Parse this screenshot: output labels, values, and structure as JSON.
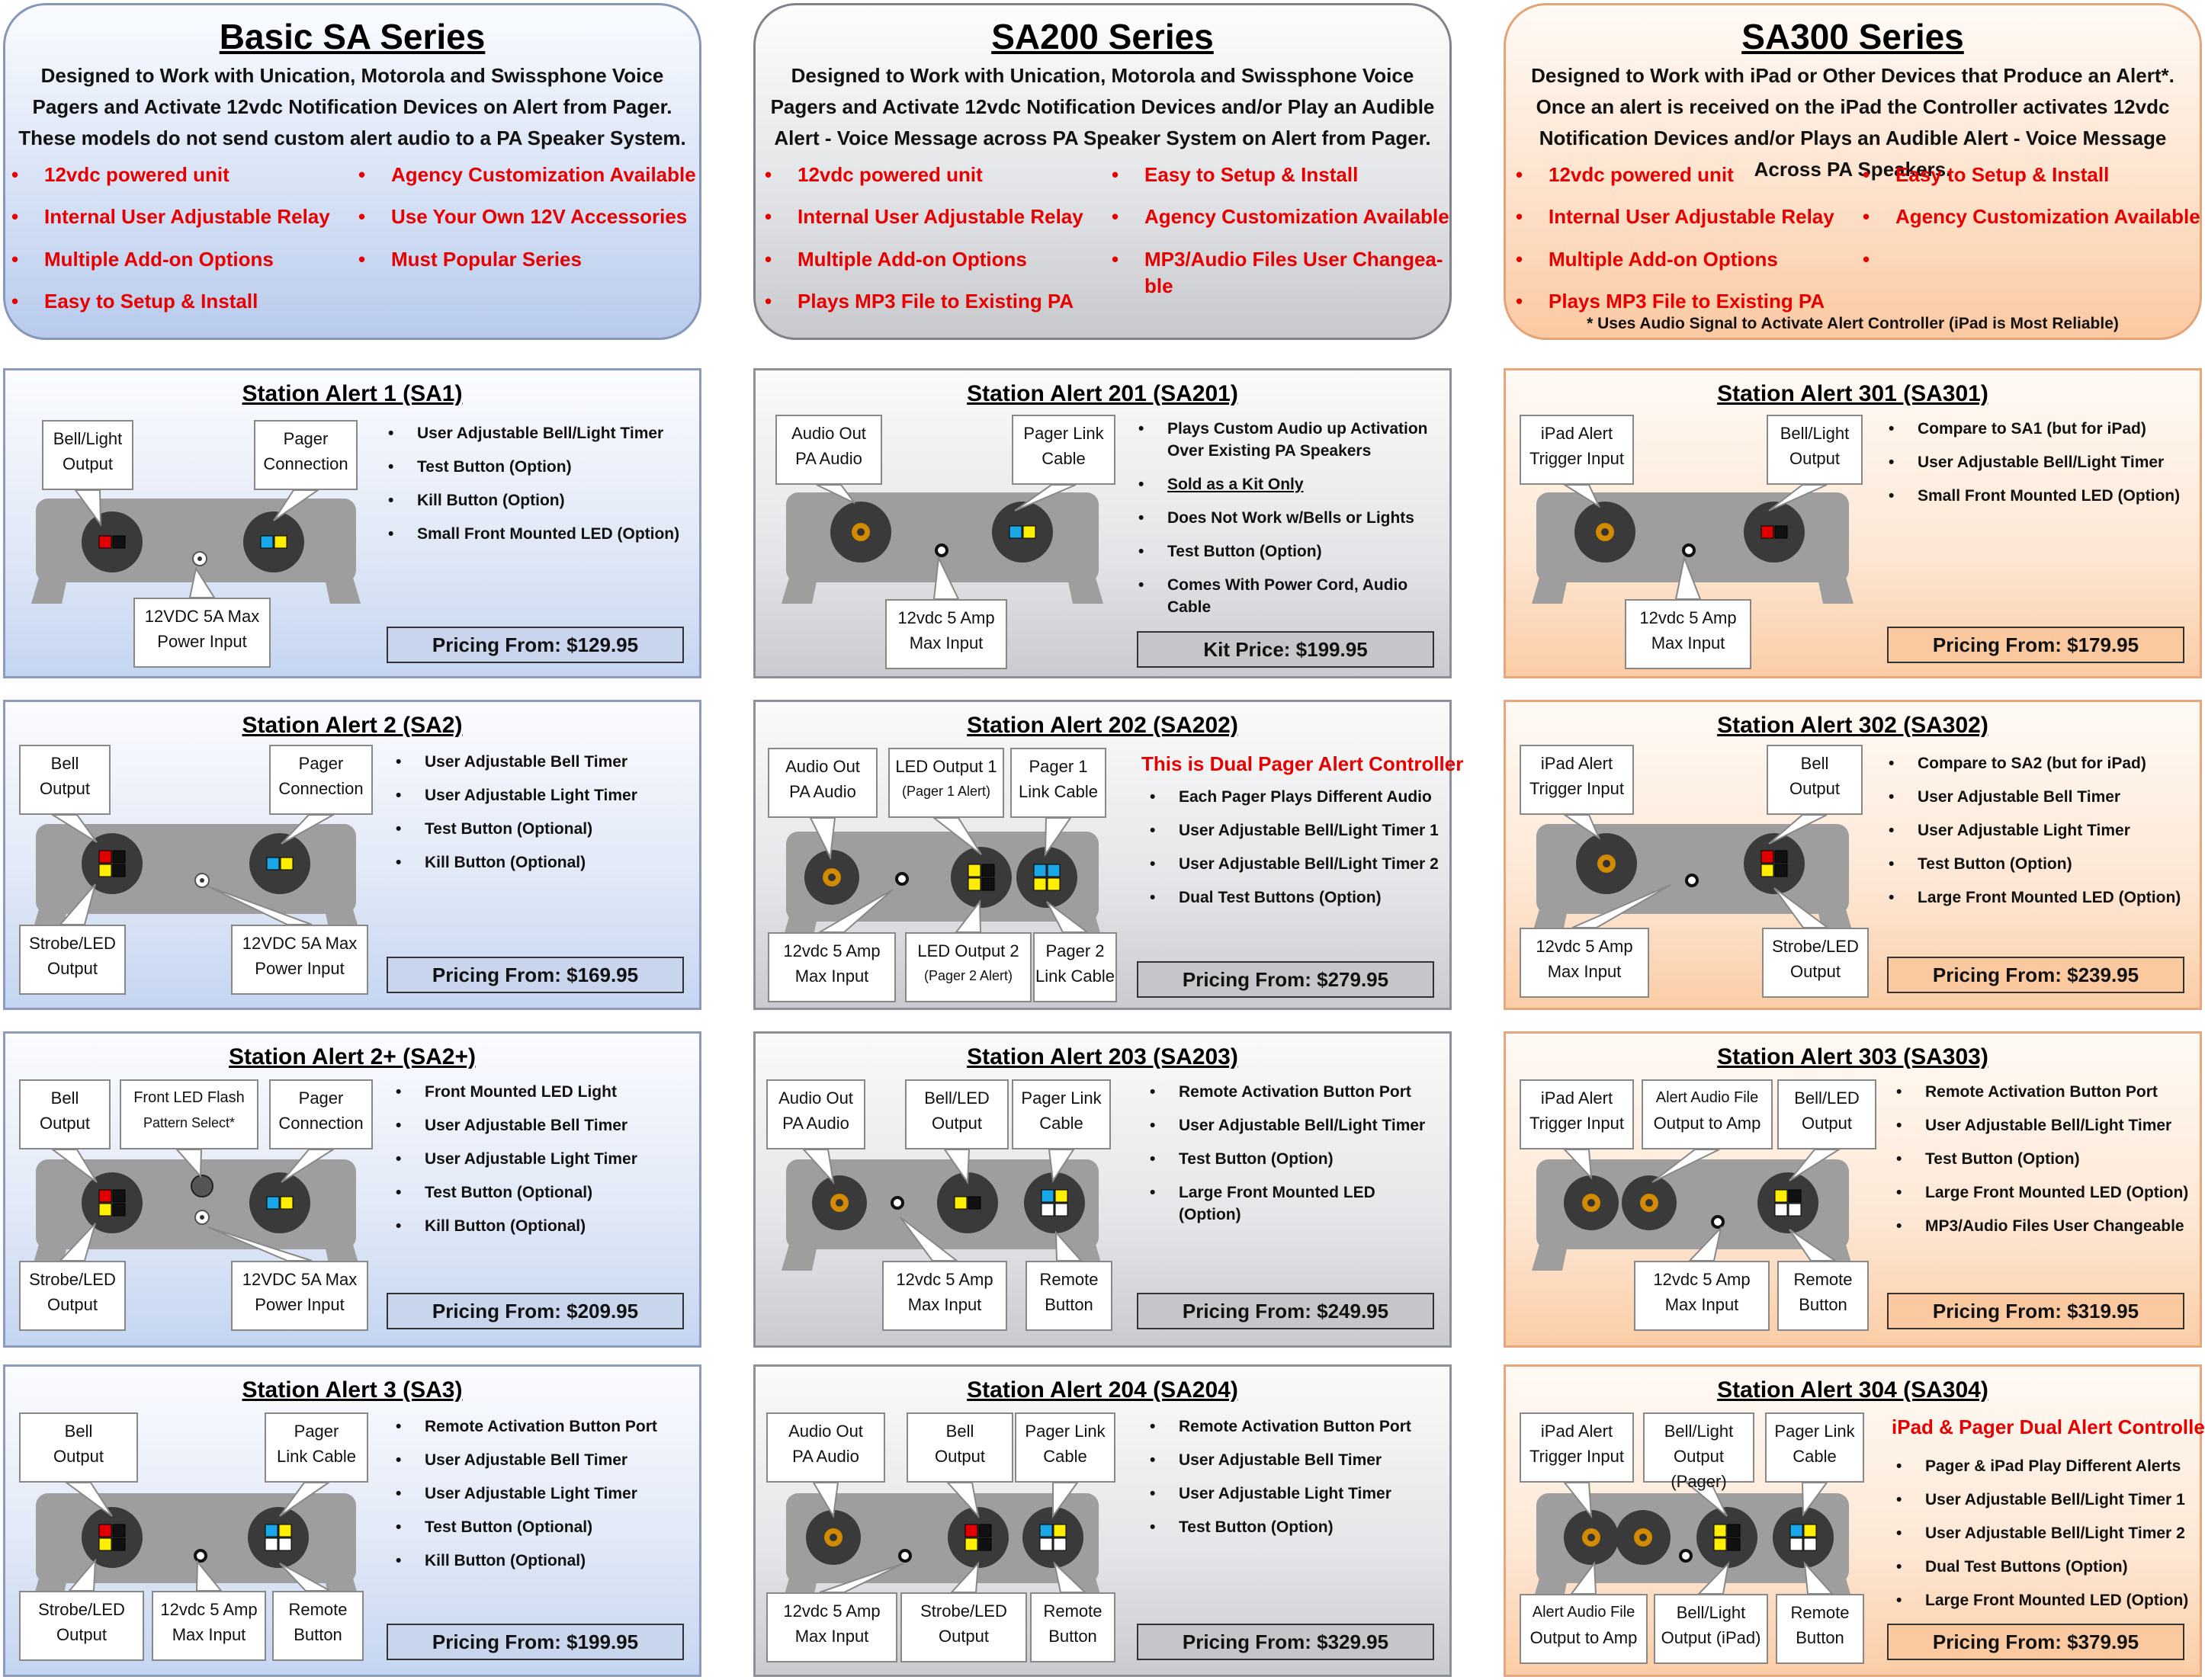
{
  "headers": [
    {
      "title": "Basic SA Series",
      "description": "Designed to Work with Unication, Motorola and Swissphone Voice Pagers and Activate 12vdc Notification Devices on Alert from Pager. These models do not send custom alert audio to a PA Speaker System.",
      "features": [
        "12vdc powered unit",
        "Internal User Adjustable Relay",
        "Multiple Add-on Options",
        "Easy to Setup & Install",
        "Agency Customization Available",
        "Use Your Own 12V Accessories",
        "Must Popular Series"
      ],
      "note": ""
    },
    {
      "title": "SA200 Series",
      "description": "Designed to Work with Unication, Motorola and Swissphone Voice Pagers and Activate 12vdc Notification Devices and/or Play an Audible Alert - Voice Message across PA Speaker System on Alert from Pager.",
      "features": [
        "12vdc powered unit",
        "Internal User Adjustable Relay",
        "Multiple Add-on Options",
        "Plays MP3 File to Existing PA",
        "Easy to Setup & Install",
        "Agency Customization Available",
        "MP3/Audio Files User Changea-",
        "ble"
      ],
      "note": ""
    },
    {
      "title": "SA300 Series",
      "description": "Designed to Work with iPad or Other Devices that Produce an Alert*. Once an alert is received on the iPad the Controller activates 12vdc Notification Devices and/or Plays an Audible Alert - Voice Message Across PA Speakers.",
      "features": [
        "12vdc powered unit",
        "Internal User Adjustable Relay",
        "Multiple Add-on Options",
        "Plays MP3 File to Existing PA",
        "Easy to Setup & Install",
        "Agency Customization Available",
        ""
      ],
      "note": "* Uses Audio Signal to Activate Alert Controller (iPad is Most Reliable)"
    }
  ],
  "bullet_glyph": "•",
  "cards": [
    {
      "title": "Station Alert 1 (SA1)",
      "price": "Pricing From: $129.95",
      "bullets": [
        "User Adjustable Bell/Light Timer",
        "Test Button (Option)",
        "Kill Button (Option)",
        "Small Front Mounted LED (Option)"
      ],
      "callouts": [
        [
          "Bell/Light",
          "Output"
        ],
        [
          "Pager",
          "Connection"
        ],
        [
          "12VDC 5A Max",
          "Power Input"
        ]
      ]
    },
    {
      "title": "Station Alert 201 (SA201)",
      "price": "Kit Price: $199.95",
      "bullets": [
        "Plays Custom Audio up Activation",
        "Over Existing PA Speakers",
        "Sold as a Kit Only",
        "Does Not Work w/Bells or Lights",
        "Test Button (Option)",
        "Comes With Power Cord, Audio",
        "Cable"
      ],
      "callouts": [
        [
          "Audio Out",
          "PA Audio"
        ],
        [
          "Pager Link",
          "Cable"
        ],
        [
          "12vdc 5 Amp",
          "Max Input"
        ]
      ]
    },
    {
      "title": "Station Alert 301 (SA301)",
      "price": "Pricing From: $179.95",
      "bullets": [
        "Compare to SA1 (but for iPad)",
        "User Adjustable Bell/Light Timer",
        "Small Front Mounted LED (Option)"
      ],
      "callouts": [
        [
          "iPad Alert",
          "Trigger Input"
        ],
        [
          "Bell/Light",
          "Output"
        ],
        [
          "12vdc 5 Amp",
          "Max Input"
        ]
      ]
    },
    {
      "title": "Station Alert 2 (SA2)",
      "price": "Pricing From: $169.95",
      "bullets": [
        "User Adjustable Bell Timer",
        "User Adjustable Light Timer",
        "Test Button (Optional)",
        "Kill Button (Optional)"
      ],
      "callouts": [
        [
          "Bell",
          "Output"
        ],
        [
          "Pager",
          "Connection"
        ],
        [
          "Strobe/LED",
          "Output"
        ],
        [
          "12VDC 5A Max",
          "Power Input"
        ]
      ]
    },
    {
      "title": "Station Alert 202 (SA202)",
      "price": "Pricing From: $279.95",
      "red": "This is Dual Pager Alert Controller",
      "bullets": [
        "Each Pager Plays Different Audio",
        "User Adjustable Bell/Light Timer 1",
        "User Adjustable Bell/Light Timer 2",
        "Dual Test Buttons (Option)"
      ],
      "callouts": [
        [
          "Audio Out",
          "PA Audio"
        ],
        [
          "LED Output 1",
          "(Pager 1 Alert)"
        ],
        [
          "Pager 1",
          "Link Cable"
        ],
        [
          "12vdc 5 Amp",
          "Max Input"
        ],
        [
          "LED Output 2",
          "(Pager 2 Alert)"
        ],
        [
          "Pager 2",
          "Link Cable"
        ]
      ]
    },
    {
      "title": "Station Alert 302 (SA302)",
      "price": "Pricing From: $239.95",
      "bullets": [
        "Compare to SA2 (but for iPad)",
        "User Adjustable Bell Timer",
        "User Adjustable Light Timer",
        "Test Button (Option)",
        "Large Front Mounted LED (Option)"
      ],
      "callouts": [
        [
          "iPad Alert",
          "Trigger Input"
        ],
        [
          "Bell",
          "Output"
        ],
        [
          "12vdc 5 Amp",
          "Max Input"
        ],
        [
          "Strobe/LED",
          "Output"
        ]
      ]
    },
    {
      "title": "Station Alert 2+ (SA2+)",
      "price": "Pricing From: $209.95",
      "bullets": [
        "Front Mounted LED Light",
        "User Adjustable Bell Timer",
        "User Adjustable Light Timer",
        "Test Button (Optional)",
        "Kill Button (Optional)"
      ],
      "callouts": [
        [
          "Bell",
          "Output"
        ],
        [
          "Front LED Flash",
          "Pattern Select*"
        ],
        [
          "Pager",
          "Connection"
        ],
        [
          "Strobe/LED",
          "Output"
        ],
        [
          "12VDC 5A Max",
          "Power Input"
        ]
      ]
    },
    {
      "title": "Station Alert 203 (SA203)",
      "price": "Pricing From: $249.95",
      "bullets": [
        "Remote Activation Button Port",
        "User Adjustable Bell/Light Timer",
        "Test Button (Option)",
        "Large Front Mounted LED (Option)"
      ],
      "callouts": [
        [
          "Audio Out",
          "PA Audio"
        ],
        [
          "Bell/LED",
          "Output"
        ],
        [
          "Pager Link",
          "Cable"
        ],
        [
          "12vdc 5 Amp",
          "Max Input"
        ],
        [
          "Remote",
          "Button"
        ]
      ]
    },
    {
      "title": "Station Alert 303 (SA303)",
      "price": "Pricing From: $319.95",
      "bullets": [
        "Remote Activation Button Port",
        "User Adjustable Bell/Light Timer",
        "Test Button (Option)",
        "Large Front Mounted LED (Option)",
        "MP3/Audio Files User Changeable"
      ],
      "callouts": [
        [
          "iPad Alert",
          "Trigger Input"
        ],
        [
          "Alert Audio File",
          "Output to Amp"
        ],
        [
          "Bell/LED",
          "Output"
        ],
        [
          "12vdc 5 Amp",
          "Max Input"
        ],
        [
          "Remote",
          "Button"
        ]
      ]
    },
    {
      "title": "Station Alert 3 (SA3)",
      "price": "Pricing From: $199.95",
      "bullets": [
        "Remote Activation Button Port",
        "User Adjustable Bell Timer",
        "User Adjustable Light Timer",
        "Test Button (Optional)",
        "Kill Button (Optional)"
      ],
      "callouts": [
        [
          "Bell",
          "Output"
        ],
        [
          "Pager",
          "Link Cable"
        ],
        [
          "Strobe/LED",
          "Output"
        ],
        [
          "12vdc 5 Amp",
          "Max Input"
        ],
        [
          "Remote",
          "Button"
        ]
      ]
    },
    {
      "title": "Station Alert 204 (SA204)",
      "price": "Pricing From: $329.95",
      "bullets": [
        "Remote Activation Button Port",
        "User Adjustable Bell Timer",
        "User Adjustable Light Timer",
        "Test Button (Option)"
      ],
      "callouts": [
        [
          "Audio Out",
          "PA Audio"
        ],
        [
          "Bell",
          "Output"
        ],
        [
          "Pager Link",
          "Cable"
        ],
        [
          "12vdc 5 Amp",
          "Max Input"
        ],
        [
          "Strobe/LED",
          "Output"
        ],
        [
          "Remote",
          "Button"
        ]
      ]
    },
    {
      "title": "Station Alert 304 (SA304)",
      "price": "Pricing From: $379.95",
      "red": "iPad & Pager Dual Alert Controller",
      "bullets": [
        "Pager & iPad Play Different Alerts",
        "User Adjustable Bell/Light Timer 1",
        "User Adjustable Bell/Light Timer 2",
        "Dual Test Buttons (Option)",
        "Large Front Mounted LED (Option)"
      ],
      "callouts": [
        [
          "iPad Alert",
          "Trigger Input"
        ],
        [
          "Bell/Light",
          "Output (Pager)"
        ],
        [
          "Pager Link",
          "Cable"
        ],
        [
          "Alert Audio File",
          "Output to Amp"
        ],
        [
          "Bell/Light",
          "Output (iPad)"
        ],
        [
          "Remote",
          "Button"
        ]
      ]
    }
  ],
  "colors": {
    "blue_panel": "#dfe7f6",
    "gray_panel": "#e4e5e8",
    "orange_panel": "#fde7d4",
    "red_text": "#e60000",
    "device_gray": "#9e9e9e",
    "jack_dark": "#3a3a3a",
    "red_led": "#e00000",
    "yellow_led": "#ffee00",
    "blue_led": "#1aa7e8"
  }
}
